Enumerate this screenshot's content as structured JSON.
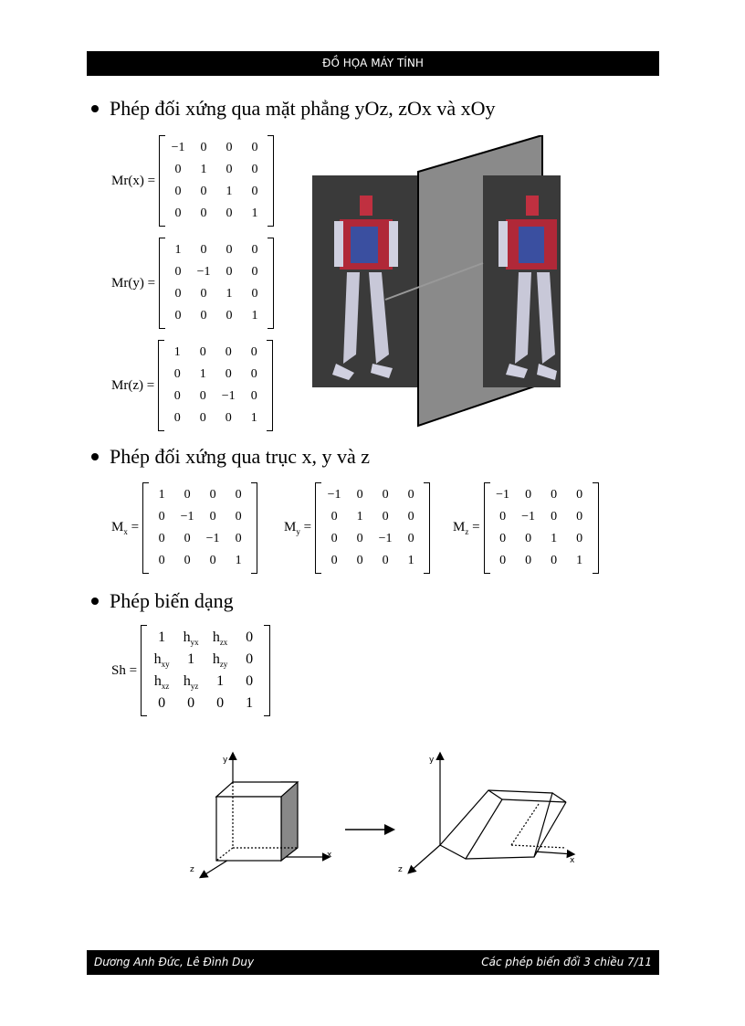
{
  "header": {
    "title": "ĐỒ HỌA MÁY TÍNH"
  },
  "footer": {
    "authors": "Dương Anh Đức, Lê Đình Duy",
    "chapter": "Các phép biến đổi 3 chiều  7/11"
  },
  "sections": {
    "plane": "Phép đối xứng qua mặt phẳng yOz, zOx và xOy",
    "axis": "Phép đối xứng qua trục x, y và z",
    "shear": "Phép biến dạng"
  },
  "matrices": {
    "mrx": {
      "label": "Mr(x) =",
      "cells": [
        "−1",
        "0",
        "0",
        "0",
        "0",
        "1",
        "0",
        "0",
        "0",
        "0",
        "1",
        "0",
        "0",
        "0",
        "0",
        "1"
      ]
    },
    "mry": {
      "label": "Mr(y) =",
      "cells": [
        "1",
        "0",
        "0",
        "0",
        "0",
        "−1",
        "0",
        "0",
        "0",
        "0",
        "1",
        "0",
        "0",
        "0",
        "0",
        "1"
      ]
    },
    "mrz": {
      "label": "Mr(z) =",
      "cells": [
        "1",
        "0",
        "0",
        "0",
        "0",
        "1",
        "0",
        "0",
        "0",
        "0",
        "−1",
        "0",
        "0",
        "0",
        "0",
        "1"
      ]
    },
    "mx": {
      "label": "M",
      "sub": "x",
      "eq": "=",
      "cells": [
        "1",
        "0",
        "0",
        "0",
        "0",
        "−1",
        "0",
        "0",
        "0",
        "0",
        "−1",
        "0",
        "0",
        "0",
        "0",
        "1"
      ]
    },
    "my": {
      "label": "M",
      "sub": "y",
      "eq": "=",
      "cells": [
        "−1",
        "0",
        "0",
        "0",
        "0",
        "1",
        "0",
        "0",
        "0",
        "0",
        "−1",
        "0",
        "0",
        "0",
        "0",
        "1"
      ]
    },
    "mz": {
      "label": "M",
      "sub": "z",
      "eq": "=",
      "cells": [
        "−1",
        "0",
        "0",
        "0",
        "0",
        "−1",
        "0",
        "0",
        "0",
        "0",
        "1",
        "0",
        "0",
        "0",
        "0",
        "1"
      ]
    },
    "sh": {
      "label": "Sh =",
      "cells": [
        {
          "b": "1",
          "s": ""
        },
        {
          "b": "h",
          "s": "yx"
        },
        {
          "b": "h",
          "s": "zx"
        },
        {
          "b": "0",
          "s": ""
        },
        {
          "b": "h",
          "s": "xy"
        },
        {
          "b": "1",
          "s": ""
        },
        {
          "b": "h",
          "s": "zy"
        },
        {
          "b": "0",
          "s": ""
        },
        {
          "b": "h",
          "s": "xz"
        },
        {
          "b": "h",
          "s": "yz"
        },
        {
          "b": "1",
          "s": ""
        },
        {
          "b": "0",
          "s": ""
        },
        {
          "b": "0",
          "s": ""
        },
        {
          "b": "0",
          "s": ""
        },
        {
          "b": "0",
          "s": ""
        },
        {
          "b": "1",
          "s": ""
        }
      ]
    }
  },
  "diagram": {
    "axis_x": "x",
    "axis_y": "y",
    "axis_z": "z"
  }
}
